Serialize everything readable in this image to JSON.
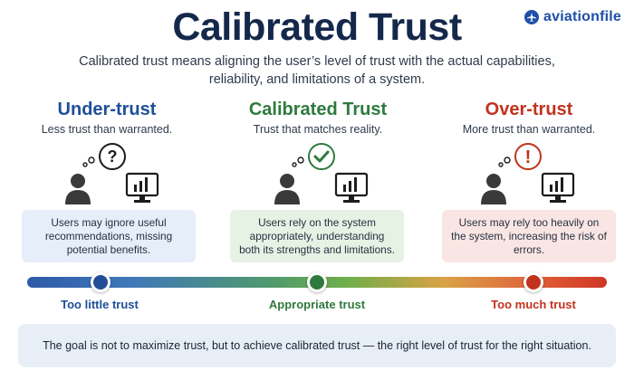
{
  "header": {
    "title": "Calibrated Trust",
    "subtitle": "Calibrated trust means aligning the user’s level of trust with the actual capabilities, reliability, and limitations of a system."
  },
  "brand": {
    "name": "aviationfile",
    "icon": "airplane-logo-icon",
    "color": "#1f4fa8"
  },
  "columns": [
    {
      "title": "Under-trust",
      "subtitle": "Less trust than warranted.",
      "bubble_symbol": "?",
      "description": "Users may ignore useful recommendations, missing potential benefits.",
      "color": "#1f4f98"
    },
    {
      "title": "Calibrated Trust",
      "subtitle": "Trust that matches reality.",
      "bubble_symbol": "check-icon",
      "description": "Users rely on the system appropriately, understanding both its strengths and limitations.",
      "color": "#2e7a3e"
    },
    {
      "title": "Over-trust",
      "subtitle": "More trust than warranted.",
      "bubble_symbol": "!",
      "description": "Users may rely too heavily on the system, increasing the risk of errors.",
      "color": "#c2321e"
    }
  ],
  "scale": {
    "labels": [
      "Too little trust",
      "Appropriate trust",
      "Too much trust"
    ]
  },
  "footer": {
    "text": "The goal is not to maximize trust, but to achieve calibrated trust — the right level of trust for the right situation."
  }
}
